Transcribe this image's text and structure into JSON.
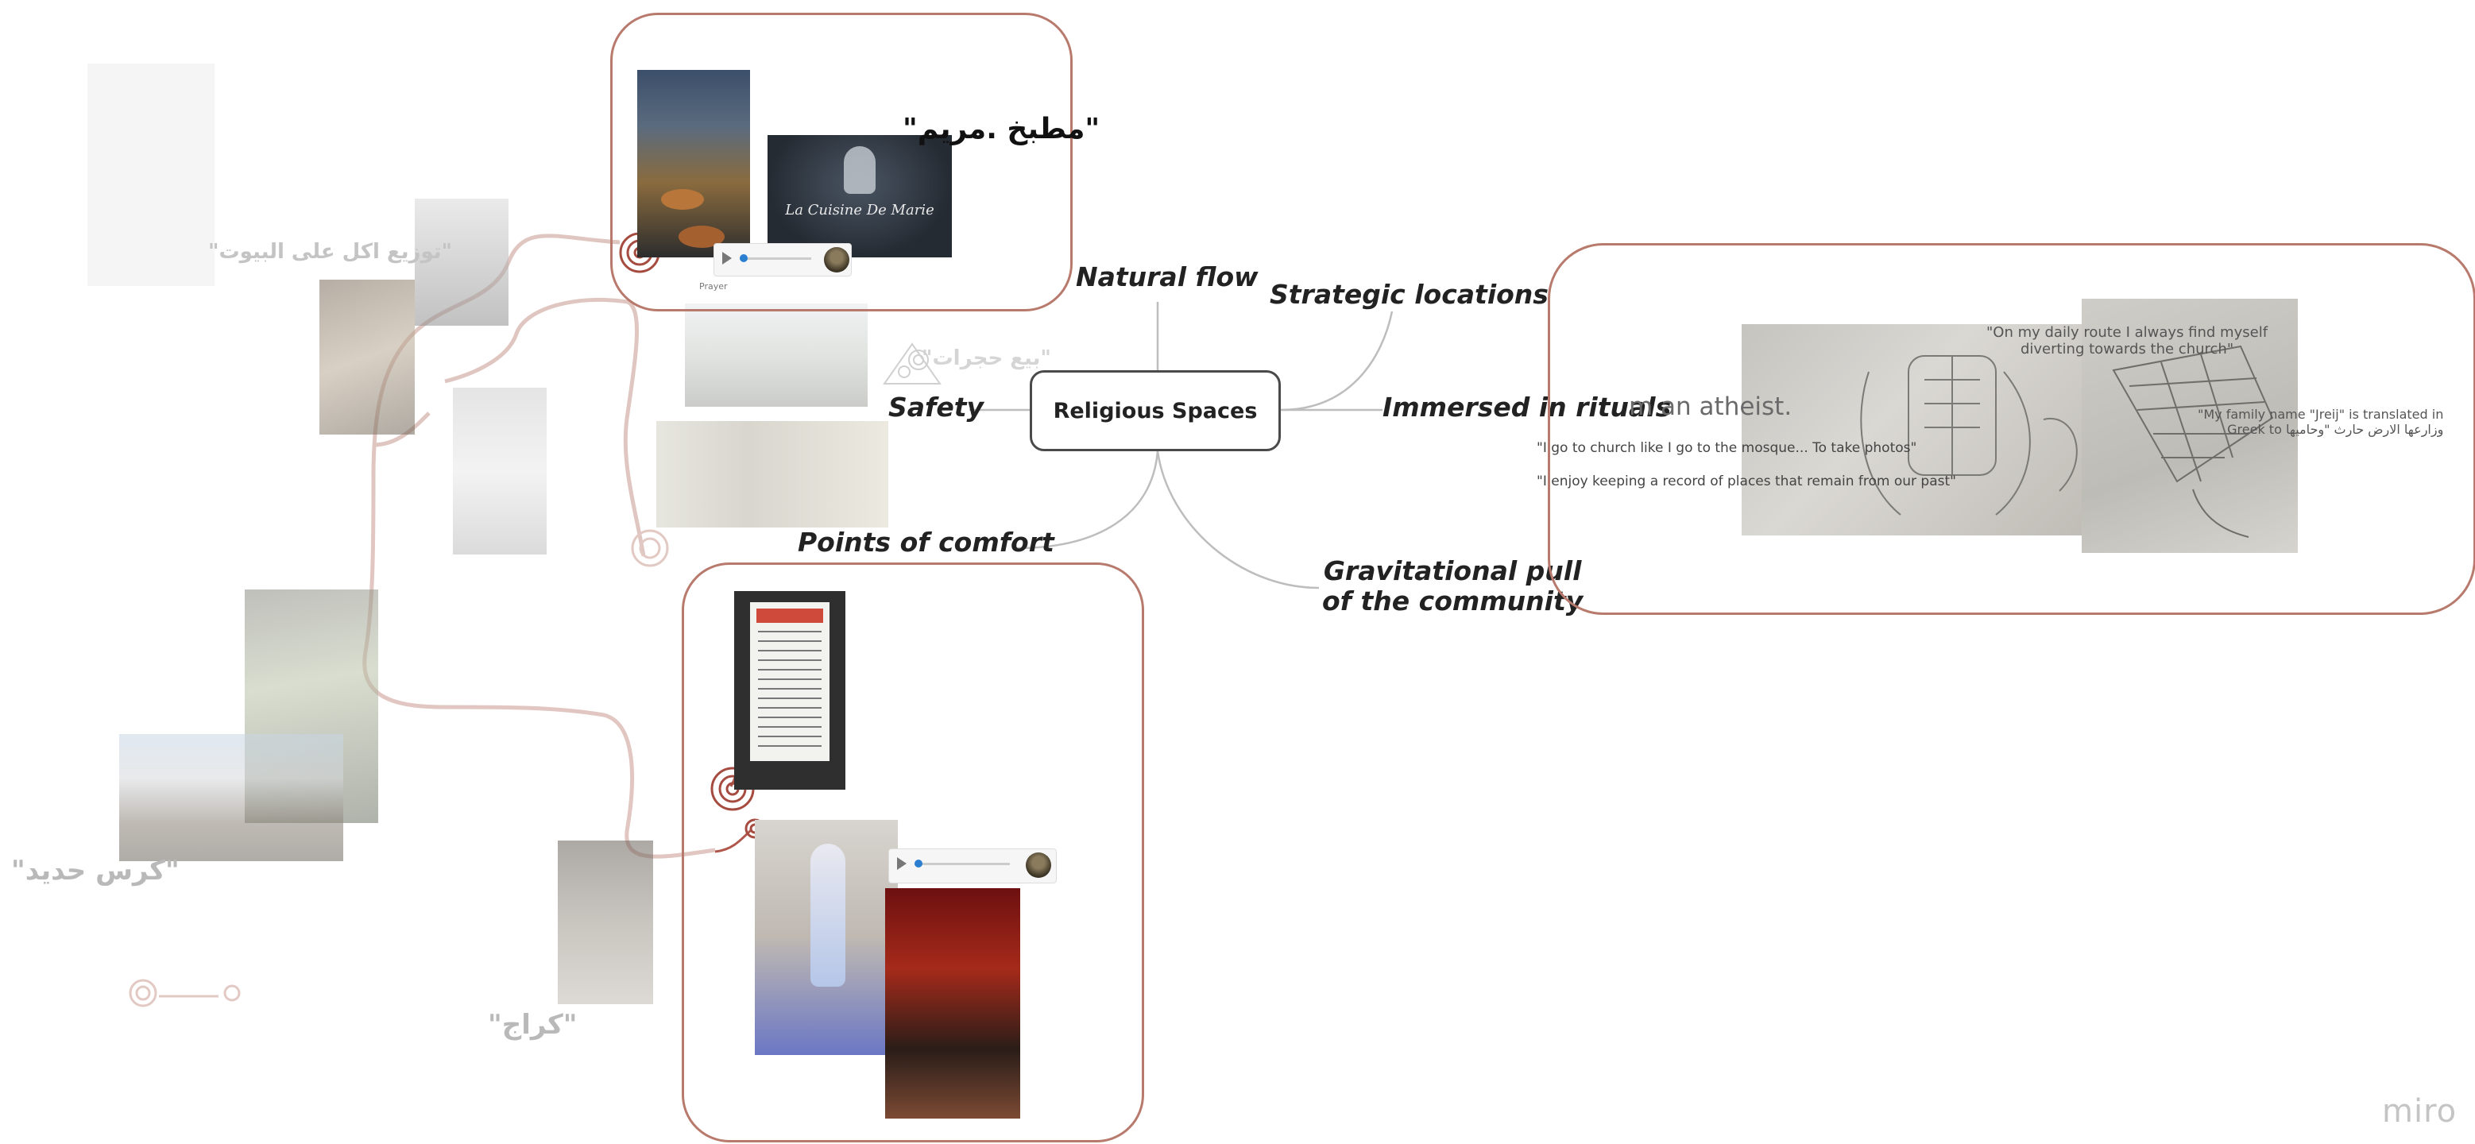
{
  "center": {
    "label": "Religious Spaces"
  },
  "branches": {
    "natural_flow": "Natural flow",
    "strategic_locations": "Strategic locations",
    "safety": "Safety",
    "immersed_in_rituals": "Immersed in rituals",
    "points_of_comfort": "Points of comfort",
    "gravitational_pull_line1": "Gravitational pull",
    "gravitational_pull_line2": "of the community"
  },
  "arabic_labels": {
    "kitchen": "\"مطبخ .مريم\"",
    "food_distribution": "\"توزيع اكل على البيوت\"",
    "selling_stones": "\"بيع حجرات\"",
    "scrap_iron": "\"كرس حديد\"",
    "garage": "\"كراج\""
  },
  "photo_text": {
    "la_cuisine": "La Cuisine De Marie"
  },
  "audio": {
    "caption": "Prayer"
  },
  "sketch_panel": {
    "overlay_text": "m an atheist.",
    "quotes": [
      "\"I go to church like I go to the mosque... To take photos\"",
      "\"I enjoy keeping a record of places that remain from our past\""
    ],
    "route_quote_line1": "\"On my daily route I always find myself",
    "route_quote_line2": "diverting towards the church\"",
    "family_quote_line1": "\"My family name \"Jreij\" is translated in",
    "family_quote_line2": "Greek to  وزارعها الارض حارث \"وحاميها"
  },
  "brand": {
    "logo": "miro"
  },
  "colors": {
    "frame": "#b87a6d",
    "route": "#b0574c",
    "connector": "#bdbdbd",
    "text": "#222222"
  }
}
